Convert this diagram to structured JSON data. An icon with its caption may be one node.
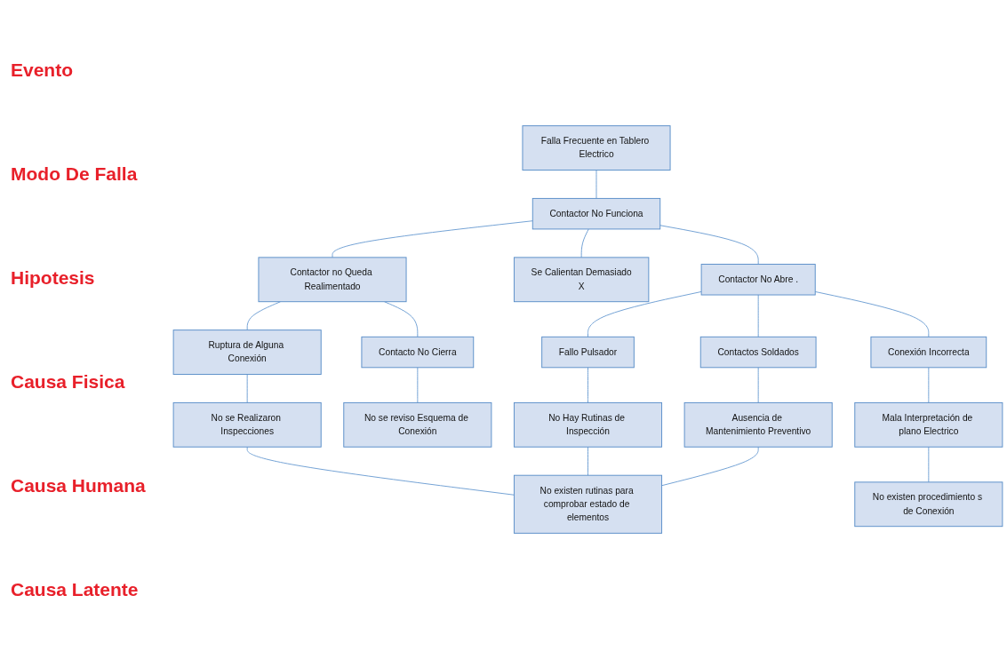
{
  "diagram": {
    "nodes": [
      {
        "text": [
          "Falla Frecuente en Tablero Electrico"
        ]
      },
      {
        "text": [
          "Contactor No Funciona"
        ]
      },
      {
        "text": [
          "Contactor no Queda Realimentado"
        ]
      },
      {
        "text": [
          "Se Calientan Demasiado",
          "X"
        ]
      },
      {
        "text": [
          "Contactor No Abre ."
        ]
      },
      {
        "text": [
          "Ruptura de Alguna Conexión"
        ]
      },
      {
        "text": [
          "Contacto No Cierra"
        ]
      },
      {
        "text": [
          "Fallo Pulsador"
        ]
      },
      {
        "text": [
          "Contactos Soldados"
        ]
      },
      {
        "text": [
          "Conexión Incorrecta"
        ]
      },
      {
        "text": [
          "No se Realizaron Inspecciones"
        ]
      },
      {
        "text": [
          "No se reviso Esquema de Conexión"
        ]
      },
      {
        "text": [
          "No Hay Rutinas de Inspección"
        ]
      },
      {
        "text": [
          "Ausencia de Mantenimiento Preventivo"
        ]
      },
      {
        "text": [
          "Mala Interpretación de plano Electrico"
        ]
      },
      {
        "text": [
          "No existen rutinas para comprobar estado de elementos"
        ]
      },
      {
        "text": [
          "No existen procedimiento s de Conexión"
        ]
      }
    ],
    "edges": [
      {
        "from": 0,
        "to": 1,
        "arrow": "none"
      },
      {
        "from": 1,
        "to": 2,
        "arrow": "none"
      },
      {
        "from": 1,
        "to": 3,
        "arrow": "none"
      },
      {
        "from": 1,
        "to": 4,
        "arrow": "none"
      },
      {
        "from": 2,
        "to": 5,
        "arrow": "none"
      },
      {
        "from": 2,
        "to": 6,
        "arrow": "none"
      },
      {
        "from": 4,
        "to": 7,
        "arrow": "none"
      },
      {
        "from": 4,
        "to": 8,
        "arrow": "none"
      },
      {
        "from": 4,
        "to": 9,
        "arrow": "none"
      },
      {
        "from": 5,
        "to": 10,
        "arrow": "none"
      },
      {
        "from": 6,
        "to": 11,
        "arrow": "none"
      },
      {
        "from": 7,
        "to": 12,
        "arrow": "none"
      },
      {
        "from": 8,
        "to": 13,
        "arrow": "none"
      },
      {
        "from": 9,
        "to": 14,
        "arrow": "none"
      },
      {
        "from": 10,
        "to": 15,
        "arrow": "none"
      },
      {
        "from": 12,
        "to": 15,
        "arrow": "none"
      },
      {
        "from": 13,
        "to": 15,
        "arrow": "none"
      },
      {
        "from": 14,
        "to": 16,
        "arrow": "none"
      }
    ],
    "labels": [
      "Evento",
      "Modo De Falla",
      "Hipotesis",
      "Causa Fisica",
      "Causa Humana",
      "Causa Latente"
    ]
  }
}
